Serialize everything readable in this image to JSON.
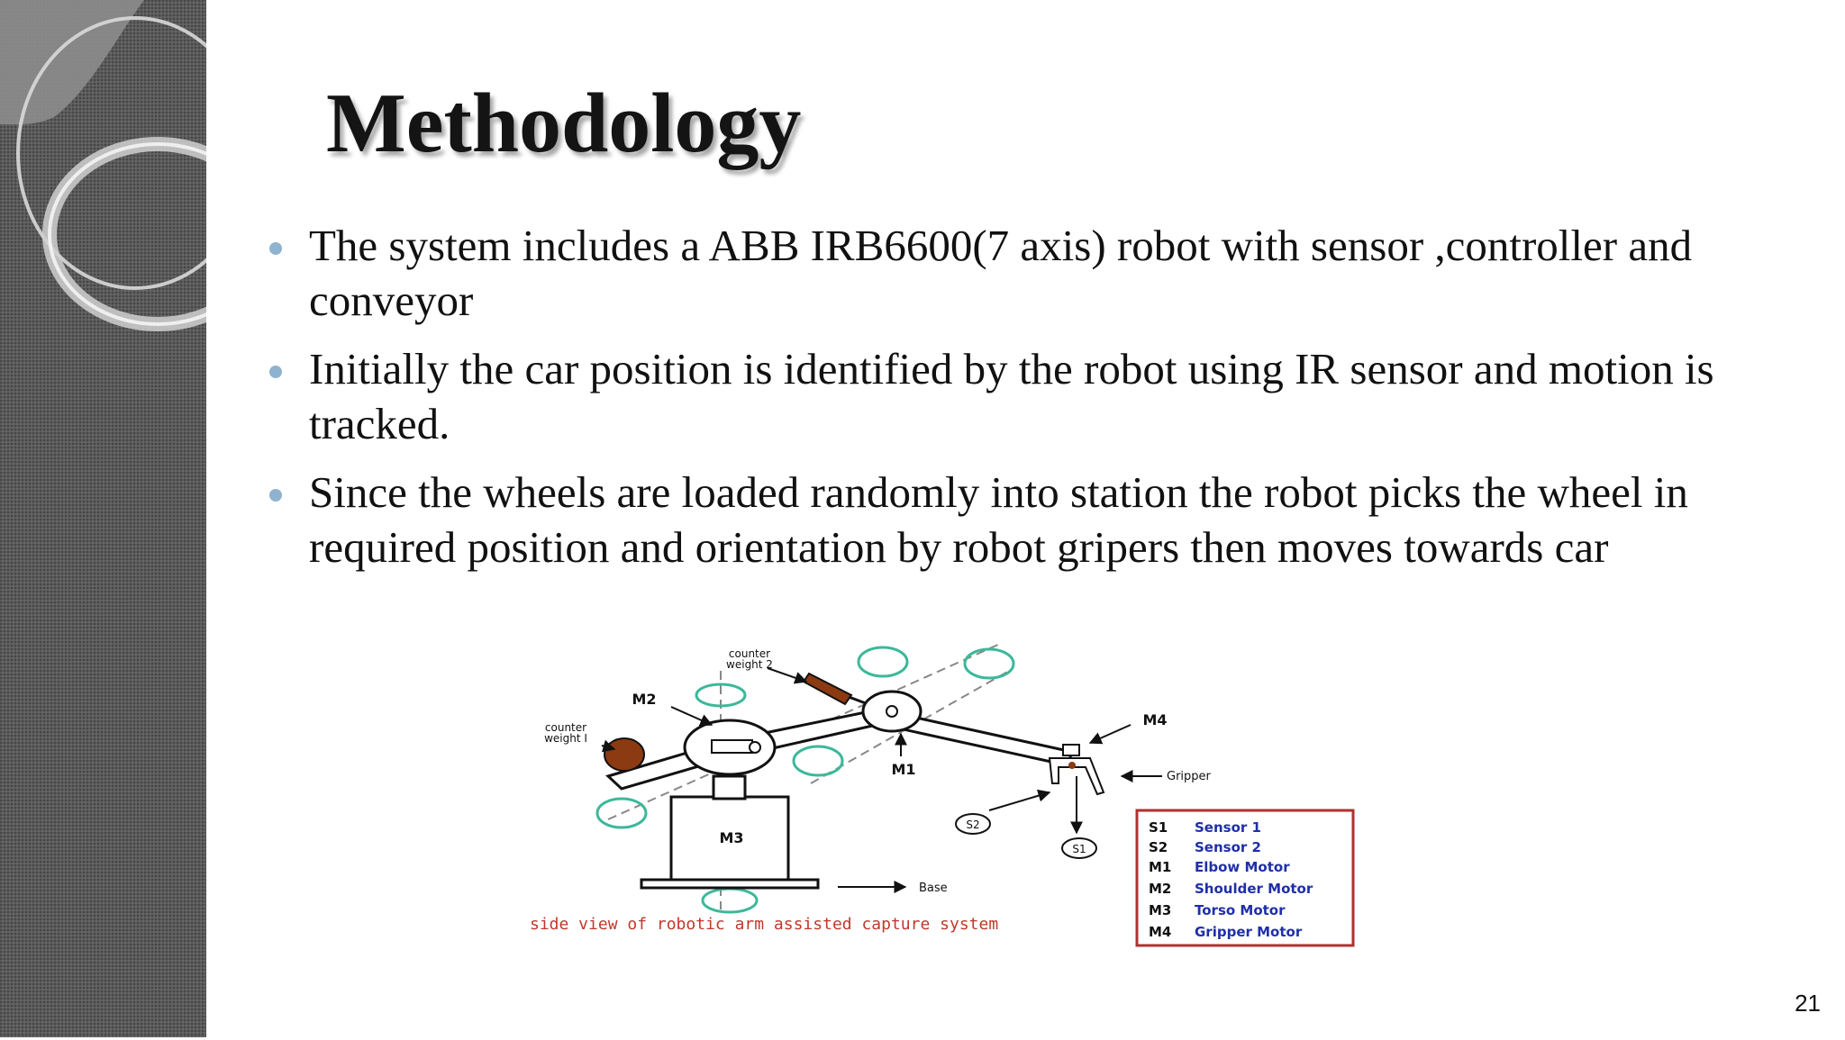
{
  "slide": {
    "title": "Methodology",
    "page_number": "21"
  },
  "bullets": [
    "The system includes a ABB IRB6600(7 axis) robot with sensor ,controller and conveyor",
    "Initially  the  car position is identified by the robot using  IR sensor and motion is tracked.",
    "Since the wheels are loaded randomly into station the robot picks the wheel in required position and  orientation by robot gripers then moves towards car"
  ],
  "diagram": {
    "caption": "side view of robotic arm assisted capture system",
    "labels": {
      "counter_weight_2": [
        "counter",
        "weight 2"
      ],
      "counter_weight_1": [
        "counter",
        "weight I"
      ],
      "m1": "M1",
      "m2": "M2",
      "m3": "M3",
      "m4": "M4",
      "s1": "S1",
      "s2": "S2",
      "gripper": "Gripper",
      "base": "Base"
    },
    "legend": [
      {
        "code": "S1",
        "text": "Sensor 1"
      },
      {
        "code": "S2",
        "text": "Sensor 2"
      },
      {
        "code": "M1",
        "text": "Elbow Motor"
      },
      {
        "code": "M2",
        "text": "Shoulder Motor"
      },
      {
        "code": "M3",
        "text": "Torso Motor"
      },
      {
        "code": "M4",
        "text": "Gripper Motor"
      }
    ],
    "colors": {
      "rotation_arrows": "#3cb89a",
      "caption": "#c0392b",
      "legend_border": "#b03030",
      "legend_text": "#1f2fa8",
      "counter_weight": "#8b3a12"
    }
  }
}
